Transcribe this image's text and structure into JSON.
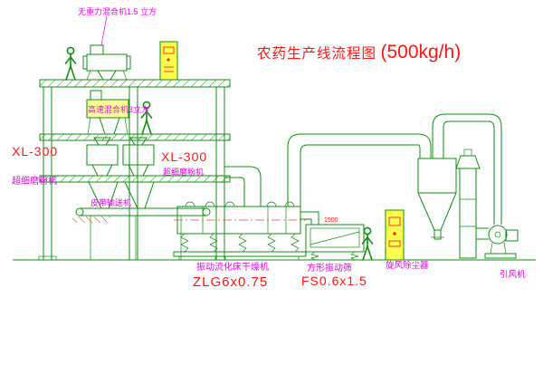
{
  "title": {
    "main": "农药生产线流程图",
    "capacity": "(500kg/h)"
  },
  "labels": {
    "gravity_mixer": "无重力混合机1.5 立方",
    "high_speed_mixer": "高速混合机3立方",
    "mill_left_model": "XL-300",
    "mill_left_name": "超细磨粉机",
    "mill_center_model": "XL-300",
    "mill_center_name": "超细磨粉机",
    "belt_conveyor": "皮带输送机",
    "dryer_name": "振动流化床干燥机",
    "dryer_model": "ZLG6x0.75",
    "sieve_name": "方形振动筛",
    "sieve_model": "FS0.6x1.5",
    "sieve_dim": "1500",
    "cyclone": "旋风除尘器",
    "fan": "引风机"
  },
  "colors": {
    "line_green": "#0f8f0f",
    "label_magenta": "#ee00ee",
    "model_red": "#ff1414",
    "cabinet_yellow": "#ffff4d",
    "background": "#ffffff"
  }
}
